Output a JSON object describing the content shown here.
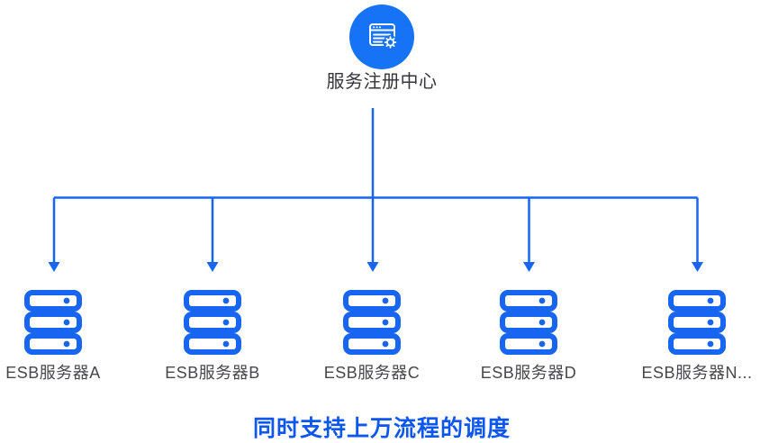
{
  "diagram": {
    "root": {
      "label": "服务注册中心",
      "icon": "browser-gear"
    },
    "servers": [
      {
        "label": "ESB服务器A"
      },
      {
        "label": "ESB服务器B"
      },
      {
        "label": "ESB服务器C"
      },
      {
        "label": "ESB服务器D"
      },
      {
        "label": "ESB服务器N..."
      }
    ],
    "caption": "同时支持上万流程的调度",
    "colors": {
      "node_blue": "#1673F6",
      "line_blue": "#1765F0",
      "server_blue": "#1765F0",
      "caption_blue": "#0D57EE",
      "title_gray": "#35353C",
      "label_gray": "#47474D",
      "background": "#FFFFFF"
    }
  }
}
